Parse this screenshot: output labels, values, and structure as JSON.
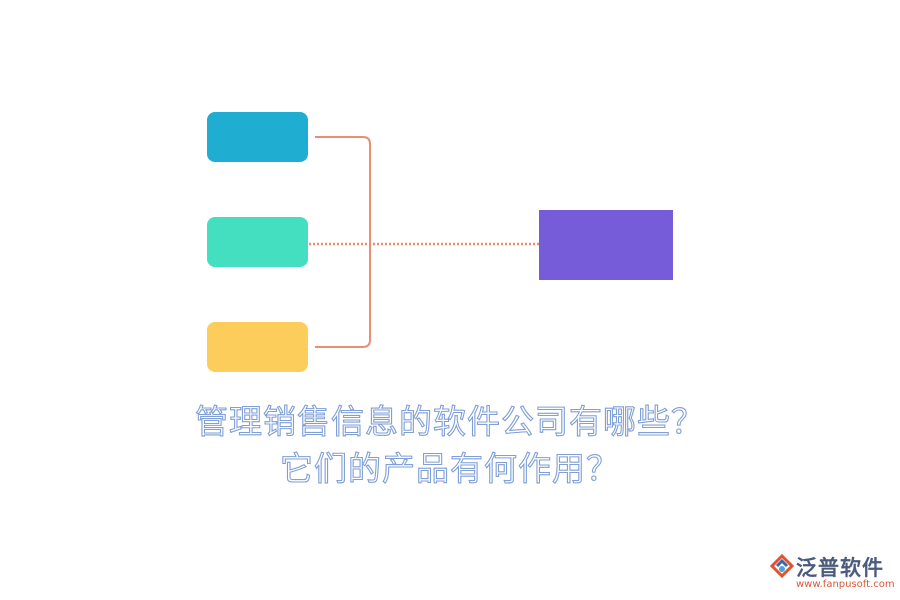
{
  "diagram": {
    "colors": {
      "box_1": "#1fadd2",
      "box_2": "#44dec1",
      "box_3": "#fdcd5b",
      "target": "#765cd8",
      "connector": "#ec8d73"
    }
  },
  "title": {
    "line1": "管理销售信息的软件公司有哪些？",
    "line2": "它们的产品有何作用？"
  },
  "logo": {
    "name": "泛普软件",
    "url": "www.fanpusoft.com",
    "mark_colors": [
      "#e0532f",
      "#3d66b0",
      "#46a7df"
    ]
  }
}
